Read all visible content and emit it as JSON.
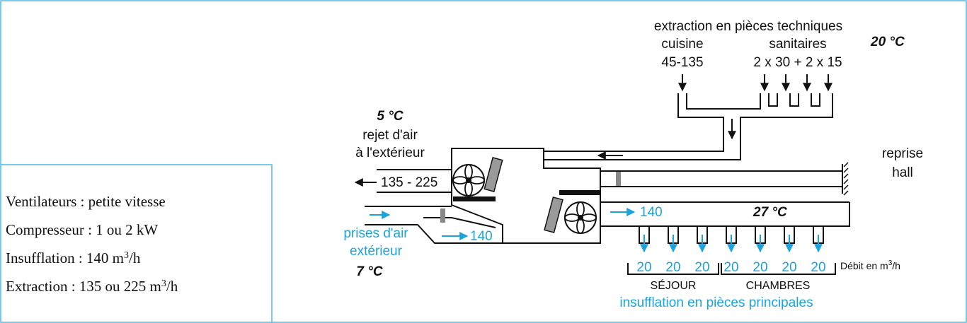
{
  "colors": {
    "blue": "#1aa3dc",
    "border": "#4fb8df",
    "ink": "#111111",
    "grey": "#888888"
  },
  "top": {
    "title": "extraction en pièces techniques",
    "cuisine_label": "cuisine",
    "cuisine_value": "45-135",
    "sanitaires_label": "sanitaires",
    "sanitaires_value": "2 x 30 + 2 x 15",
    "temp_inside": "20 °C"
  },
  "left": {
    "temp_exhaust": "5 °C",
    "rejet_line1": "rejet d'air",
    "rejet_line2": "à l'extérieur",
    "flow_exhaust": "135 - 225",
    "prises_line1": "prises d'air",
    "prises_line2": "extérieur",
    "temp_outside": "7 °C",
    "flow_intake": "140"
  },
  "right": {
    "reprise_line1": "reprise",
    "reprise_line2": "hall",
    "flow_supply": "140",
    "temp_supply": "27 °C"
  },
  "bottom": {
    "outlets": [
      "20",
      "20",
      "20",
      "20",
      "20",
      "20",
      "20"
    ],
    "debit_label": "Débit en m",
    "debit_sup": "3",
    "debit_suffix": "/h",
    "sejour": "SÉJOUR",
    "chambres": "CHAMBRES",
    "insufflation": "insufflation en pièces principales"
  },
  "info": {
    "line1": "Ventilateurs : petite vitesse",
    "line2": "Compresseur : 1 ou 2 kW",
    "line3_a": "Insufflation : 140 m",
    "line3_sup": "3",
    "line3_b": "/h",
    "line4_a": "Extraction : 135 ou 225 m",
    "line4_sup": "3",
    "line4_b": "/h"
  }
}
